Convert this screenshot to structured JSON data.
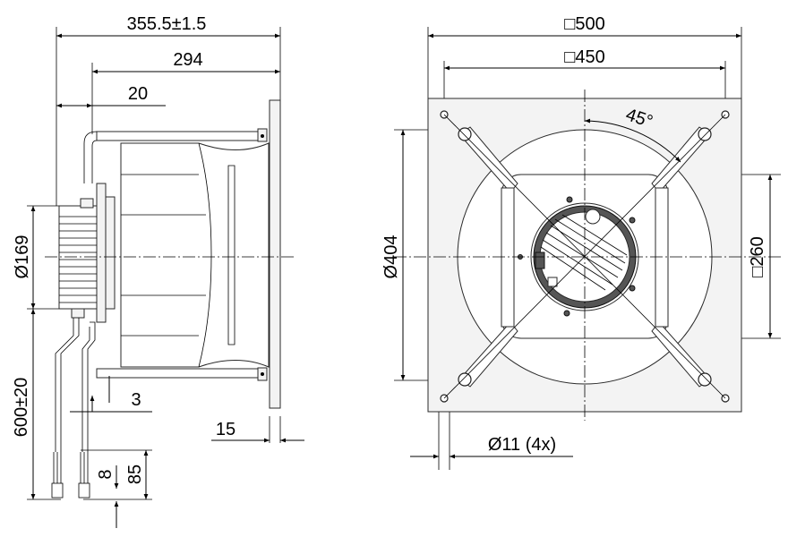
{
  "side_view": {
    "dim_overall_length": "355.5±1.5",
    "dim_length_294": "294",
    "dim_20": "20",
    "dim_motor_dia": "Ø169",
    "dim_cable_length": "600±20",
    "dim_3": "3",
    "dim_15": "15",
    "dim_8": "8",
    "dim_85": "85"
  },
  "front_view": {
    "dim_plate_500": "□500",
    "dim_hole_pitch_450": "□450",
    "dim_angle": "45°",
    "dim_inlet_dia": "Ø404",
    "dim_square_260": "□260",
    "dim_holes": "Ø11 (4x)"
  }
}
